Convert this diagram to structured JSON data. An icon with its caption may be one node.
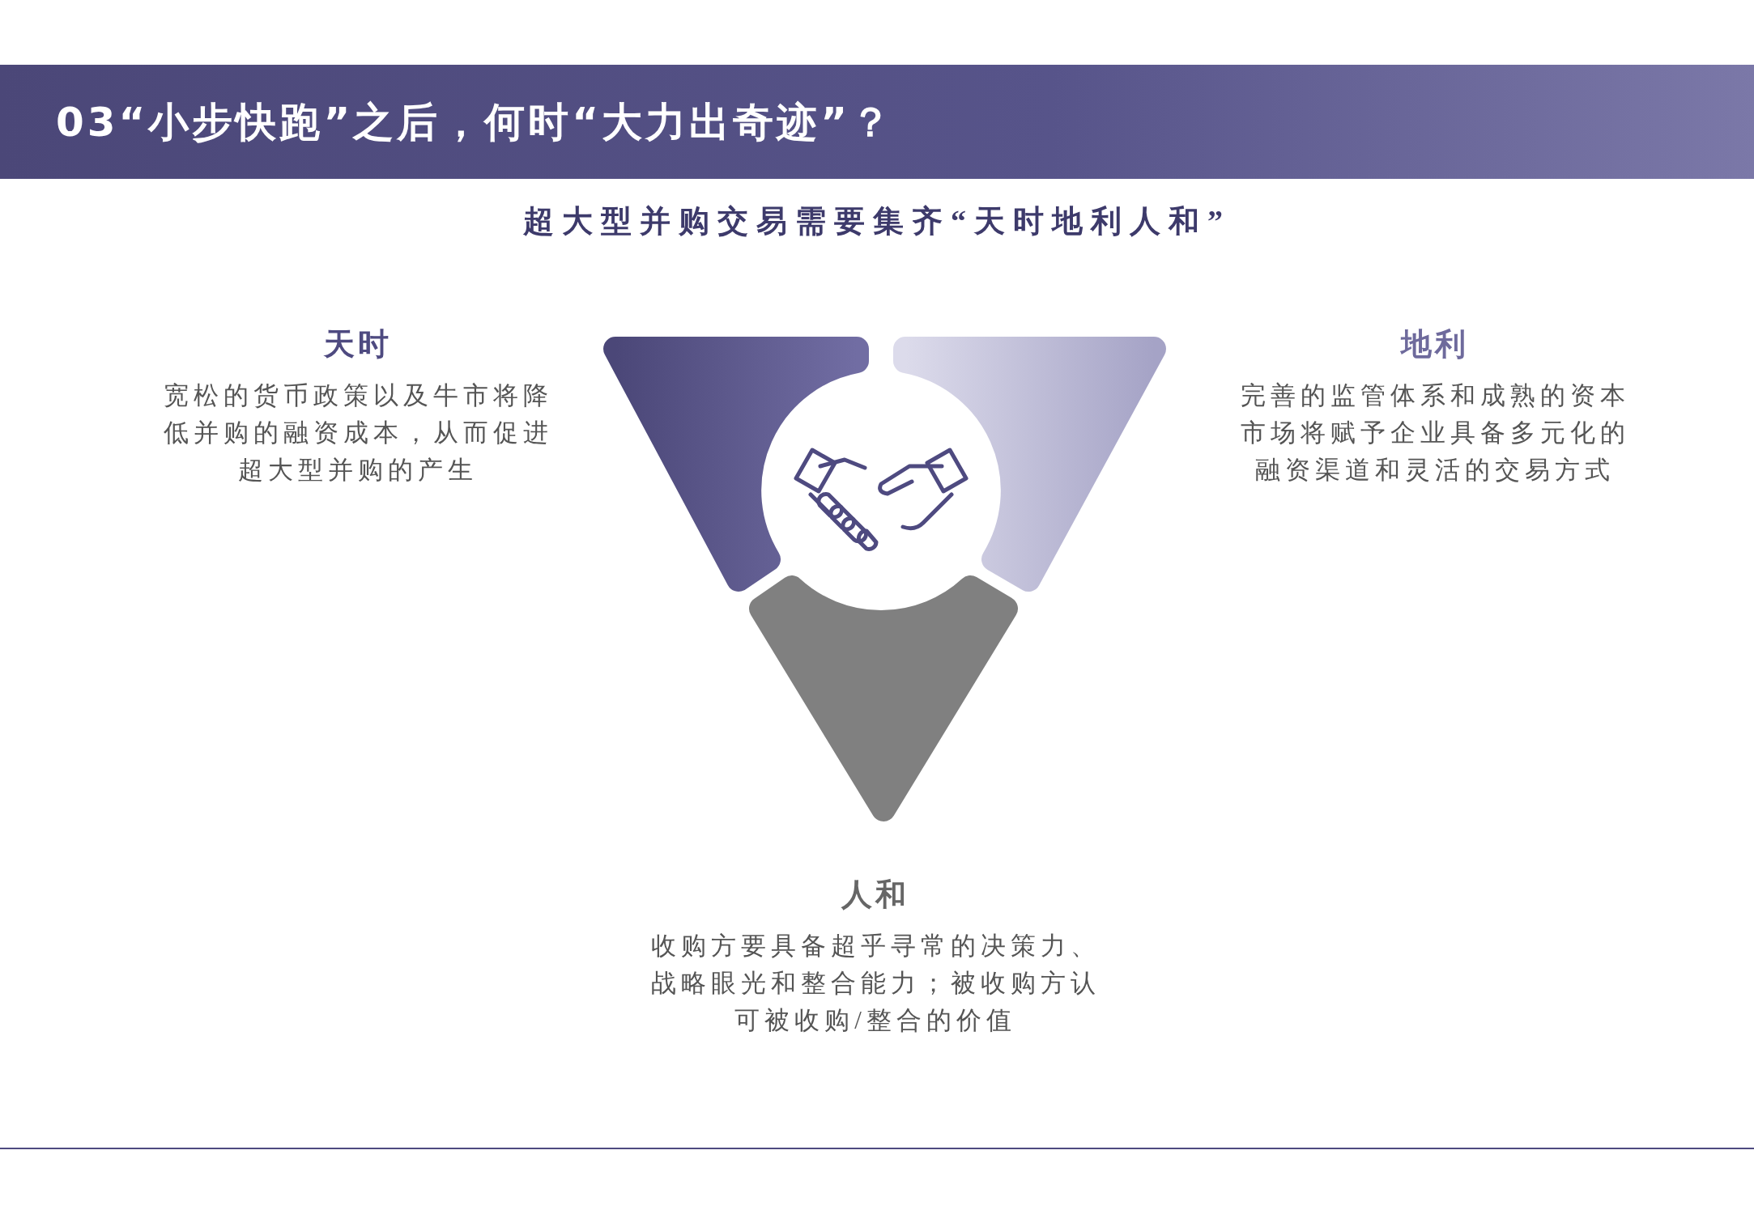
{
  "diagram": {
    "title": "03“小步快跑”之后，何时“大力出奇迹”？",
    "nodes": [
      {
        "text": [],
        "shape": "triangle",
        "beside": [
          "天时",
          "宽松的货币政策以及牛市将降低并购的融资成本，从而促进超大型并购的产生"
        ]
      },
      {
        "text": [],
        "shape": "triangle",
        "beside": [
          "地利",
          "完善的监管体系和成熟的资本市场将赋予企业具备多元化的融资渠道和灵活的交易方式"
        ]
      },
      {
        "text": [],
        "shape": "circle"
      },
      {
        "text": [],
        "shape": "triangle",
        "beside": [
          "人和",
          "收购方要具备超乎寻常的决策力、战略眼光和整合能力；被收购方认可被收购/整合的价值"
        ]
      }
    ],
    "labels": [
      "超大型并购交易需要集齐“天时地利人和”"
    ]
  }
}
